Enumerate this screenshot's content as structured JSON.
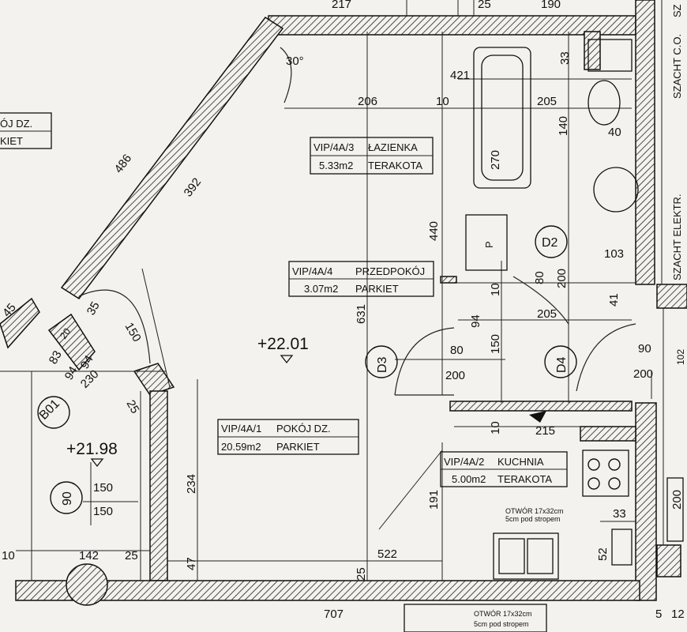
{
  "rooms": {
    "bathroom": {
      "code": "VIP/4A/3",
      "name": "ŁAZIENKA",
      "area": "5.33m2",
      "finish": "TERAKOTA"
    },
    "hall": {
      "code": "VIP/4A/4",
      "name": "PRZEDPOKÓJ",
      "area": "3.07m2",
      "finish": "PARKIET"
    },
    "living": {
      "code": "VIP/4A/1",
      "name": "POKÓJ DZ.",
      "area": "20.59m2",
      "finish": "PARKIET"
    },
    "kitchen": {
      "code": "VIP/4A/2",
      "name": "KUCHNIA",
      "area": "5.00m2",
      "finish": "TERAKOTA"
    },
    "left_partial": {
      "line1": "ÓJ DZ.",
      "line2": "KIET"
    }
  },
  "elevations": {
    "main": "+22.01",
    "balcony": "+21.98"
  },
  "markers": {
    "d2": "D2",
    "d3": "D3",
    "d4": "D4",
    "b01": "B01",
    "w90": "90"
  },
  "shafts": {
    "co": "SZACHT C.O.",
    "elec": "SZACHT ELEKTR.",
    "top": "SZ"
  },
  "notes": {
    "vent1_a": "OTWÓR 17x32cm",
    "vent1_b": "5cm pod stropem",
    "vent2_a": "OTWÓR 17x32cm",
    "vent2_b": "5cm pod stropem",
    "p": "P"
  },
  "dims": {
    "d217": "217",
    "d25top": "25",
    "d190": "190",
    "d30": "30°",
    "d33a": "33",
    "d421": "421",
    "d206": "206",
    "d10a": "10",
    "d205a": "205",
    "d140": "140",
    "d40": "40",
    "d270": "270",
    "d486": "486",
    "d392": "392",
    "d440": "440",
    "d103": "103",
    "d80a": "80",
    "d200a": "200",
    "d10b": "10",
    "d631": "631",
    "d41": "41",
    "d205b": "205",
    "d94a": "94",
    "d150a": "150",
    "d80b": "80",
    "d200b": "200",
    "d90": "90",
    "d200c": "200",
    "d102": "102",
    "d45": "45",
    "d35": "35",
    "d150b": "150",
    "d20": "20",
    "d83": "83",
    "d94b": "94",
    "d94c": "94",
    "d230": "230",
    "d25b": "25",
    "d150c": "150",
    "d150d": "150",
    "d10c": "10",
    "d215": "215",
    "d191": "191",
    "d234": "234",
    "d200d": "200",
    "d33b": "33",
    "d52": "52",
    "d47": "47",
    "d25c": "25",
    "d522": "522",
    "d10d": "10",
    "d142": "142",
    "d25d": "25",
    "d707": "707",
    "d5": "5",
    "d12": "12"
  }
}
